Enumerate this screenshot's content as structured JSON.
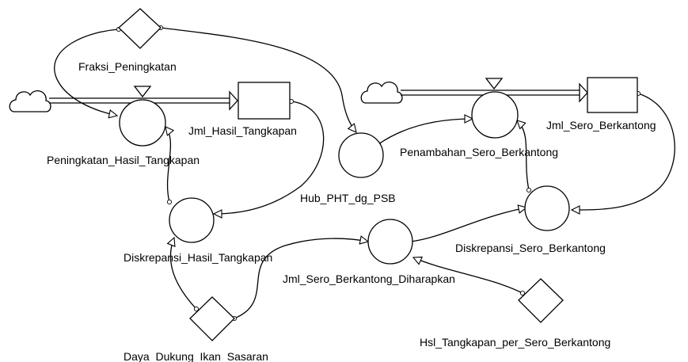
{
  "diagram": {
    "stocks": [
      {
        "id": "jml_hasil_tangkapan",
        "label": "Jml_Hasil_Tangkapan"
      },
      {
        "id": "jml_sero_berkantong",
        "label": "Jml_Sero_Berkantong"
      }
    ],
    "flows": [
      {
        "id": "peningkatan_hasil_tangkapan",
        "label": "Peningkatan_Hasil_Tangkapan",
        "from": "cloud-1",
        "to": "jml_hasil_tangkapan"
      },
      {
        "id": "penambahan_sero_berkantong",
        "label": "Penambahan_Sero_Berkantong",
        "from": "cloud-2",
        "to": "jml_sero_berkantong"
      }
    ],
    "converters": [
      {
        "id": "diskrepansi_hasil_tangkapan",
        "label": "Diskrepansi_Hasil_Tangkapan"
      },
      {
        "id": "hub_pht_dg_psb",
        "label": "Hub_PHT_dg_PSB"
      },
      {
        "id": "jml_sero_berkantong_diharapkan",
        "label": "Jml_Sero_Berkantong_Diharapkan"
      },
      {
        "id": "diskrepansi_sero_berkantong",
        "label": "Diskrepansi_Sero_Berkantong"
      }
    ],
    "constants": [
      {
        "id": "fraksi_peningkatan",
        "label": "Fraksi_Peningkatan"
      },
      {
        "id": "daya_dukung_ikan_sasaran",
        "label": "Daya_Dukung_Ikan_Sasaran"
      },
      {
        "id": "hsl_tangkapan_per_sero_berkantong",
        "label": "Hsl_Tangkapan_per_Sero_Berkantong"
      }
    ],
    "connectors": [
      {
        "from": "fraksi_peningkatan",
        "to": "peningkatan_hasil_tangkapan"
      },
      {
        "from": "fraksi_peningkatan",
        "to": "hub_pht_dg_psb"
      },
      {
        "from": "jml_hasil_tangkapan",
        "to": "diskrepansi_hasil_tangkapan"
      },
      {
        "from": "diskrepansi_hasil_tangkapan",
        "to": "peningkatan_hasil_tangkapan"
      },
      {
        "from": "daya_dukung_ikan_sasaran",
        "to": "diskrepansi_hasil_tangkapan"
      },
      {
        "from": "daya_dukung_ikan_sasaran",
        "to": "jml_sero_berkantong_diharapkan"
      },
      {
        "from": "hsl_tangkapan_per_sero_berkantong",
        "to": "jml_sero_berkantong_diharapkan"
      },
      {
        "from": "hub_pht_dg_psb",
        "to": "penambahan_sero_berkantong"
      },
      {
        "from": "jml_sero_berkantong",
        "to": "diskrepansi_sero_berkantong"
      },
      {
        "from": "jml_sero_berkantong_diharapkan",
        "to": "diskrepansi_sero_berkantong"
      },
      {
        "from": "diskrepansi_sero_berkantong",
        "to": "penambahan_sero_berkantong"
      }
    ]
  }
}
